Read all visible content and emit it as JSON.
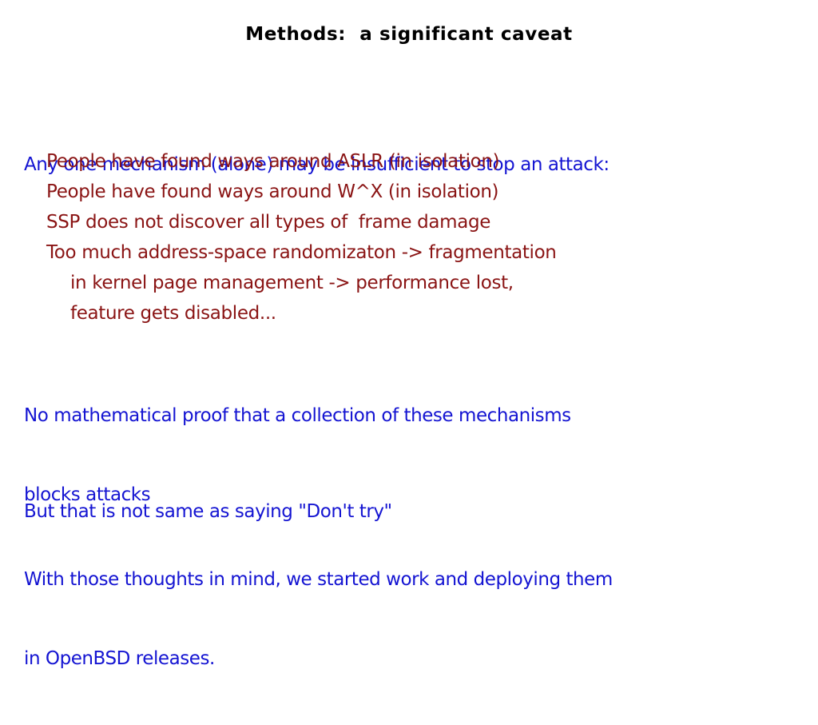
{
  "slide": {
    "title": "Methods:  a significant caveat",
    "background_color": "#ffffff",
    "title_color": "#000000",
    "body_color": "#1414d2",
    "accent_color": "#8a1414"
  },
  "intro": {
    "line1": "Any one mechanism (alone) may be insufficient to stop an attack:"
  },
  "caveats": {
    "item1": "People have found ways around ASLR (in isolation)",
    "item2": "People have found ways around W^X (in isolation)",
    "item3": "SSP does not discover all types of  frame damage",
    "item4": "Too much address-space randomizaton -> fragmentation",
    "item5": "in kernel page management -> performance lost,",
    "item6": "feature gets disabled..."
  },
  "proof": {
    "line1": "No mathematical proof that a collection of these mechanisms",
    "line2": "blocks attacks"
  },
  "but": {
    "line1": "But that is not same as saying \"Don't try\""
  },
  "closing": {
    "line1": "With those thoughts in mind, we started work and deploying them",
    "line2": "in OpenBSD releases."
  }
}
